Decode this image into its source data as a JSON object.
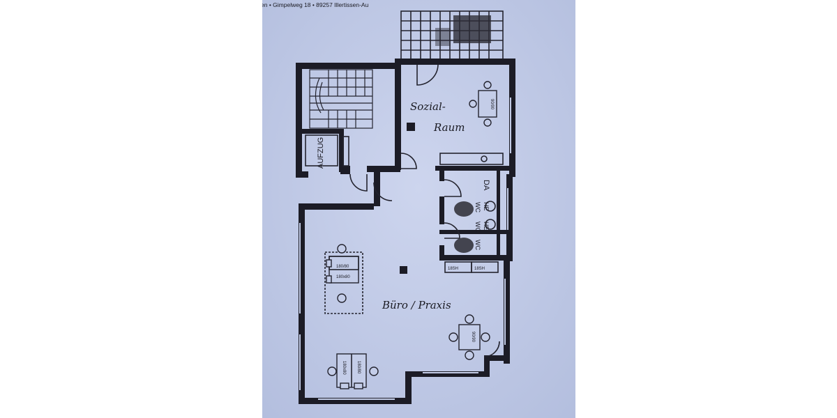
{
  "header_text": "en • Gimpelweg 18 • 89257 Illertissen-Au",
  "rooms": {
    "social_room": [
      "Sozial-",
      "Raum"
    ],
    "office": "Büro / Praxis",
    "elevator": "AUFZUG",
    "shower": "DA",
    "wc_1": "WC",
    "wc_2": "HE",
    "wc_3": "WC",
    "wc_4": "HE",
    "wc_5": "WC"
  },
  "furniture_labels": {
    "table_social": "90/90",
    "table_office": "90/90",
    "desk_left_a": "180/80",
    "desk_left_b": "180x80",
    "desk_bottom_a": "180x80",
    "desk_bottom_b": "180/80",
    "sink_1": "18SH",
    "sink_2": "18SH"
  },
  "colors": {
    "paper": "#c4cde8",
    "ink": "#1c1c26",
    "background": "#ffffff"
  }
}
